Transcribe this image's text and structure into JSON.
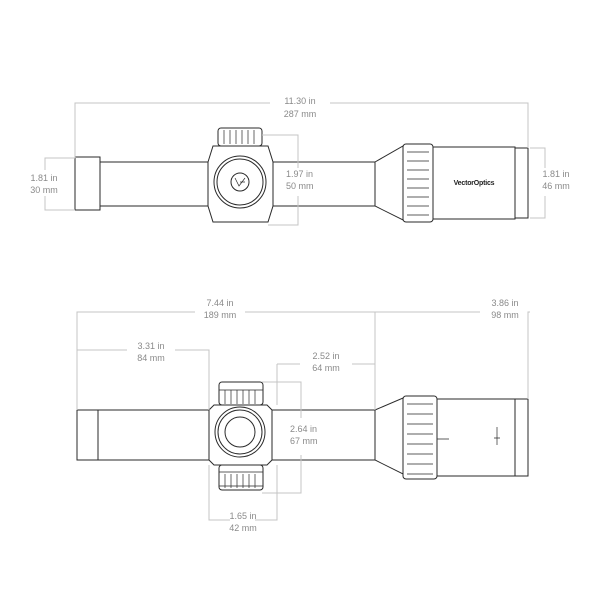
{
  "brand": "VectorOptics",
  "top_view": {
    "overall_length": {
      "in": "11.30 in",
      "mm": "287 mm"
    },
    "eyepiece_diameter": {
      "in": "1.81 in",
      "mm": "30 mm"
    },
    "turret_height": {
      "in": "1.97 in",
      "mm": "50 mm"
    },
    "objective_diameter": {
      "in": "1.81 in",
      "mm": "46 mm"
    }
  },
  "side_view": {
    "eyepiece_to_objective": {
      "in": "7.44 in",
      "mm": "189 mm"
    },
    "objective_length": {
      "in": "3.86 in",
      "mm": "98 mm"
    },
    "eyepiece_to_turret": {
      "in": "3.31 in",
      "mm": "84 mm"
    },
    "turret_to_objective": {
      "in": "2.52 in",
      "mm": "64 mm"
    },
    "turret_span": {
      "in": "2.64 in",
      "mm": "67 mm"
    },
    "turret_width": {
      "in": "1.65 in",
      "mm": "42 mm"
    }
  }
}
